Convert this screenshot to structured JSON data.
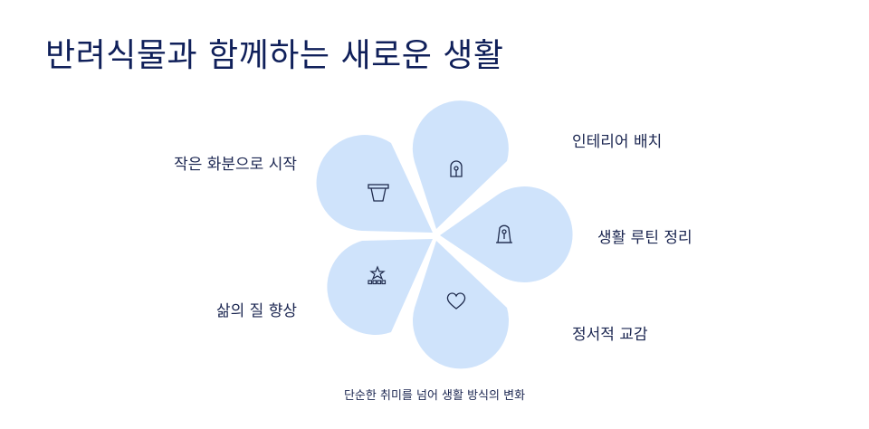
{
  "title": "반려식물과 함께하는 새로운 생활",
  "petals": [
    {
      "label": "작은 화분으로 시작",
      "icon": "flower-pot-icon"
    },
    {
      "label": "인테리어 배치",
      "icon": "door-window-icon"
    },
    {
      "label": "생활 루틴 정리",
      "icon": "plant-stand-icon"
    },
    {
      "label": "정서적 교감",
      "icon": "heart-icon"
    },
    {
      "label": "삶의 질 향상",
      "icon": "star-rating-icon"
    }
  ],
  "caption": "단순한 취미를 넘어 생활 방식의 변화",
  "colors": {
    "petal": "#cfe3fb",
    "icon": "#1f2b4d",
    "text": "#1a2550"
  }
}
